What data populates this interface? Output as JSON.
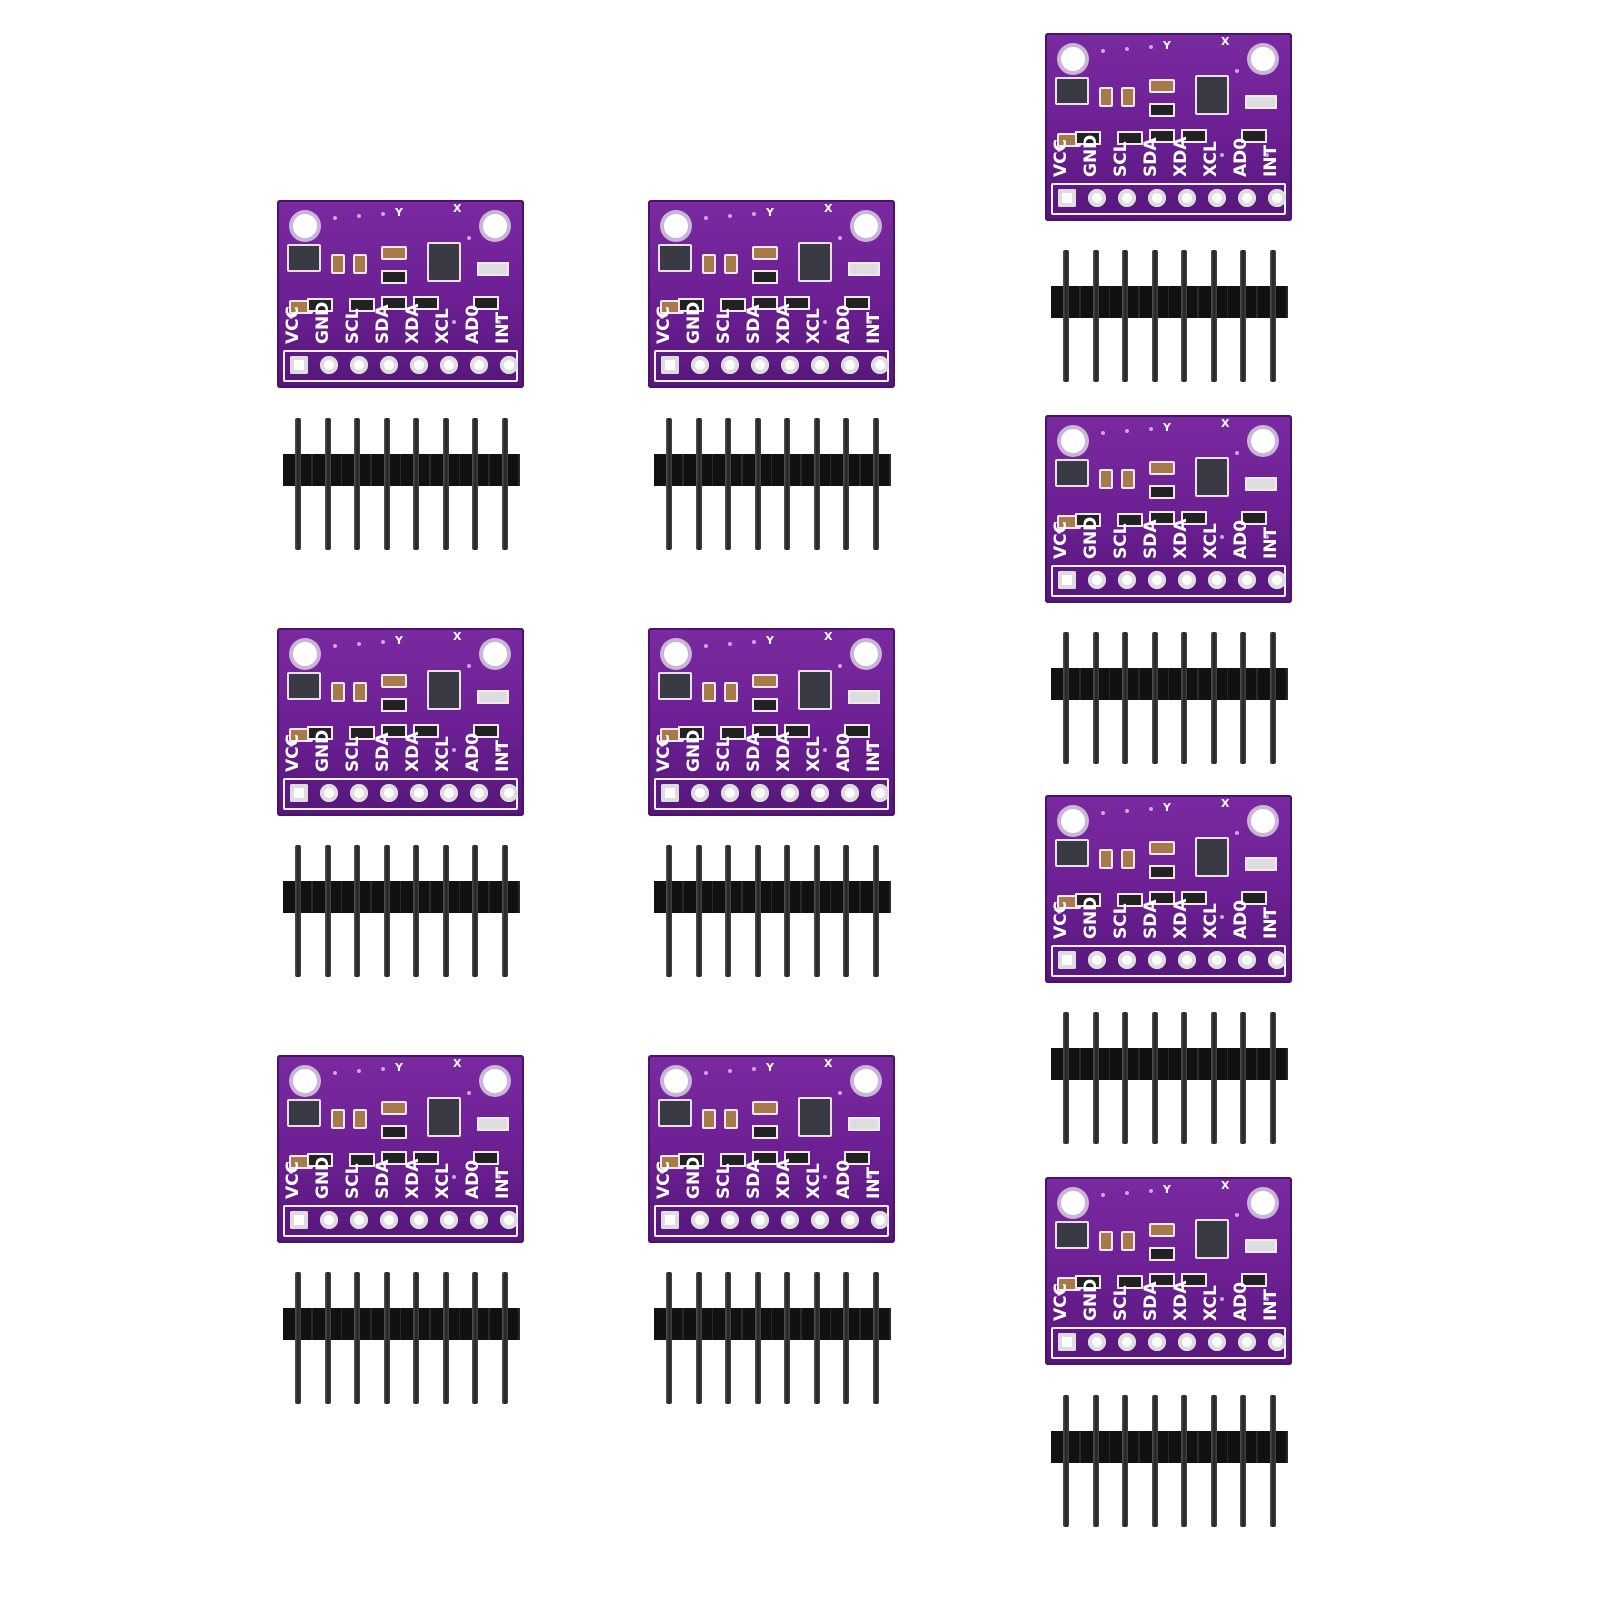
{
  "product": {
    "board_count": 10,
    "pin_labels": [
      "VCC",
      "GND",
      "SCL",
      "SDA",
      "XDA",
      "XCL",
      "AD0",
      "INT"
    ],
    "axis_labels": [
      "Y",
      "X"
    ],
    "colors": {
      "pcb": "#6b1f92",
      "header": "#111111",
      "background": "#ffffff"
    }
  }
}
